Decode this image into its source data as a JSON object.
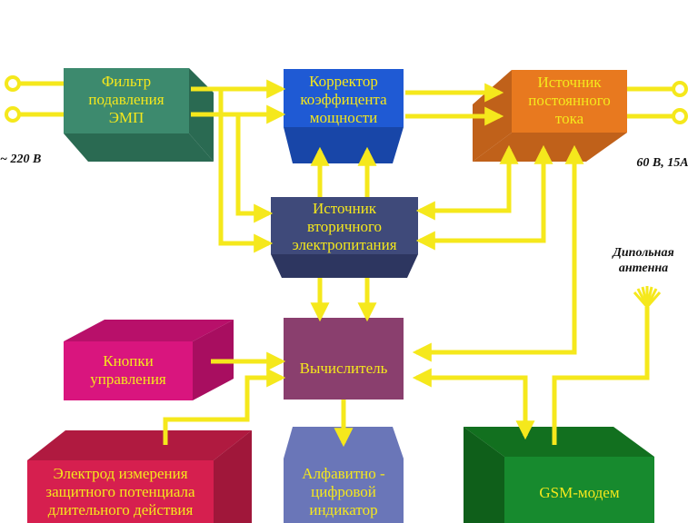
{
  "blocks": {
    "filter": "Фильтр\nподавления\nЭМП",
    "corrector": "Корректор\nкоэффицента\nмощности",
    "dc_source": "Источник\nпостоянного\nтока",
    "secondary_psu": "Источник\nвторичного\nэлектропитания",
    "buttons": "Кнопки\nуправления",
    "computer": "Вычислитель",
    "electrode": "Электрод измерения\nзащитного потенциала\nдлительного действия",
    "display": "Алфавитно -\nцифровой\nиндикатор",
    "gsm": "GSM-модем"
  },
  "notes": {
    "input_voltage": "~ 220 В",
    "output_rating": "60 В, 15А",
    "antenna": "Дипольная\nантенна"
  },
  "colors": {
    "line": "#f5e81c",
    "text": "#f5e81c",
    "filter": "#3d8a6e",
    "corrector": "#1f5ad4",
    "dc_source": "#e8791f",
    "secondary_psu": "#3f4a7a",
    "buttons": "#d9157e",
    "computer": "#8a3f6e",
    "electrode": "#d61f4f",
    "display": "#6a76b8",
    "gsm": "#178a2e"
  }
}
